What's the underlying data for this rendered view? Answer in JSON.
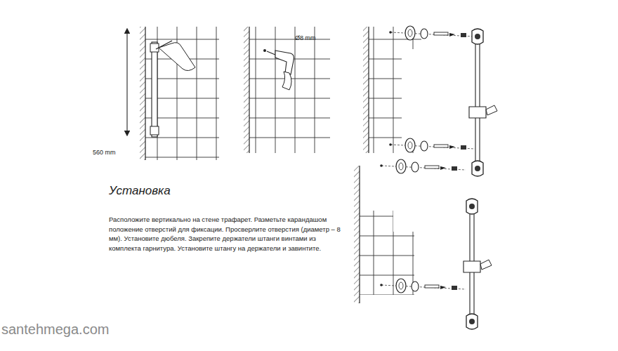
{
  "diagram": {
    "title": "Установка",
    "labels": [
      "560 mm",
      "Ø8 mm",
      "Расположите вертикально на стене трафарет. Разметьте карандашом положение отверстий для фиксации. Просверлите отверстия (диаметр – 8 мм). Установите дюбеля. Закрепите держатели штанги винтами из комплекта гарнитура. Установите штангу на держатели и завинтите.",
      "santehmega.com"
    ]
  }
}
